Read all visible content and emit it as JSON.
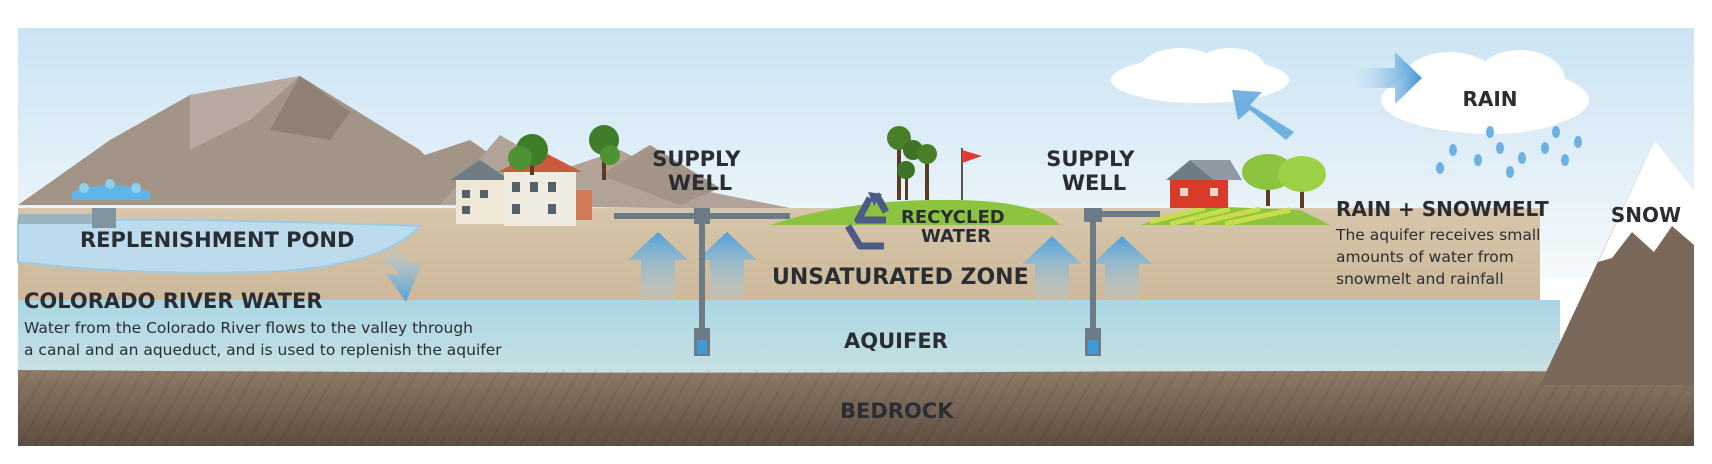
{
  "labels": {
    "supply_well_left": [
      "SUPPLY",
      "WELL"
    ],
    "supply_well_right": [
      "SUPPLY",
      "WELL"
    ],
    "rain": "RAIN",
    "snow": "SNOW",
    "recycled_water": [
      "RECYCLED",
      "WATER"
    ],
    "replenishment_pond": "REPLENISHMENT POND",
    "unsaturated_zone": "UNSATURATED ZONE",
    "aquifer": "AQUIFER",
    "bedrock": "BEDROCK",
    "colorado_river_title": "COLORADO RIVER WATER",
    "colorado_river_desc": [
      "Water from the Colorado River flows to the valley through",
      "a canal and an aqueduct, and is used to replenish the aquifer"
    ],
    "rain_snowmelt_title": "RAIN + SNOWMELT",
    "rain_snowmelt_desc": [
      "The aquifer receives small",
      "amounts of water from",
      "snowmelt and rainfall"
    ]
  },
  "colors": {
    "sky_top": "#cfe6f5",
    "sky_bottom": "#f3f8fb",
    "mountain": "#a6978c",
    "ground": "#d1bfa3",
    "aquifer": "#a7d4e2",
    "bedrock": "#7d6a59",
    "grass": "#8cc43f",
    "arrow_blue": "#6fb3e3",
    "pipe": "#6c7b86"
  }
}
